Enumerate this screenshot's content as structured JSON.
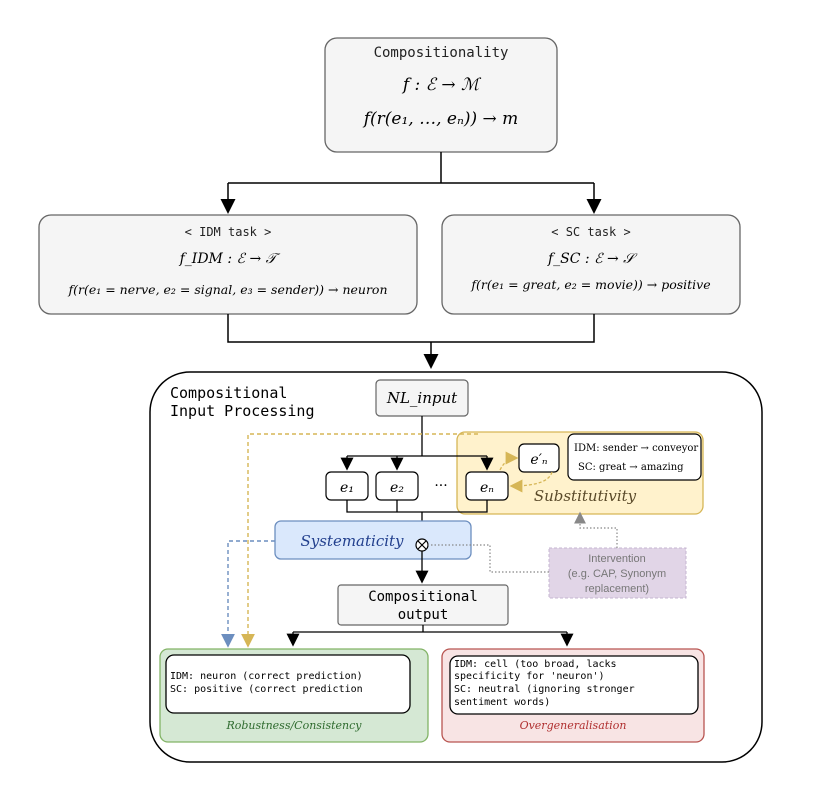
{
  "top": {
    "title": "Compositionality",
    "line1": "f : ℰ → ℳ",
    "line2": "f(r(e₁, …, eₙ)) → m"
  },
  "idm": {
    "title": "< IDM task >",
    "line1": "f_IDM : ℰ → 𝒯",
    "line2": "f(r(e₁ = nerve, e₂ = signal, e₃ = sender)) → neuron"
  },
  "sc": {
    "title": "< SC task >",
    "line1": "f_SC : ℰ → 𝒮",
    "line2": "f(r(e₁ = great, e₂ = movie)) → positive"
  },
  "processing": {
    "title_line1": "Compositional",
    "title_line2": "Input Processing",
    "input": "NL_input",
    "e1": "e₁",
    "e2": "e₂",
    "ellipsis": "···",
    "en": "eₙ",
    "en_prime": "e′ₙ",
    "subst_label": "Substitutivity",
    "subst_ex1": "IDM: sender → conveyor",
    "subst_ex2": "SC: great → amazing",
    "systematicity": "Systematicity",
    "intervention_1": "Intervention",
    "intervention_2": "(e.g. CAP, Synonym",
    "intervention_3": "replacement)",
    "output_1": "Compositional",
    "output_2": "output"
  },
  "robust": {
    "line1": "IDM: neuron (correct prediction)",
    "line2": "SC: positive (correct prediction",
    "label": "Robustness/Consistency"
  },
  "overgen": {
    "line1": "IDM: cell (too broad, lacks",
    "line2": "specificity for 'neuron')",
    "line3": "SC: neutral (ignoring stronger",
    "line4": "sentiment words)",
    "label": "Overgeneralisation"
  },
  "colors": {
    "box_fill": "#f5f5f5",
    "box_stroke": "#666666",
    "subst_fill": "#fff2cc",
    "subst_stroke": "#d6b656",
    "syst_fill": "#dae8fc",
    "syst_stroke": "#6c8ebf",
    "robust_fill": "#d5e8d4",
    "robust_stroke": "#82b366",
    "overgen_fill": "#f8e4e4",
    "overgen_stroke": "#b85450",
    "intervention_fill": "#e1d5e7"
  }
}
